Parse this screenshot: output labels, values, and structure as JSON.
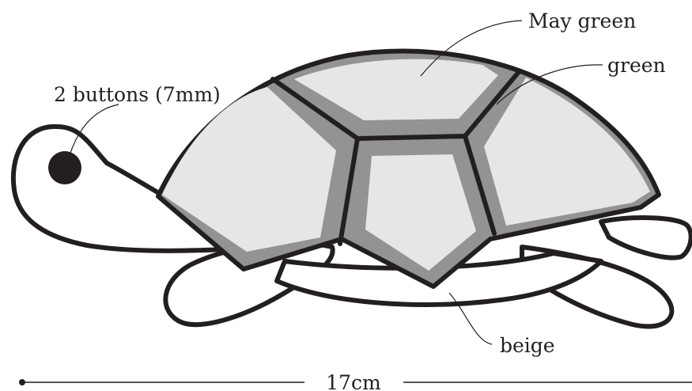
{
  "labels": {
    "may_green": "May green",
    "green": "green",
    "buttons": "2 buttons (7mm)",
    "beige": "beige",
    "length": "17cm"
  },
  "colors": {
    "outline": "#231f20",
    "shell_panel_fill": "#e6e6e8",
    "shell_border_fill": "#939393",
    "background": "#ffffff"
  }
}
